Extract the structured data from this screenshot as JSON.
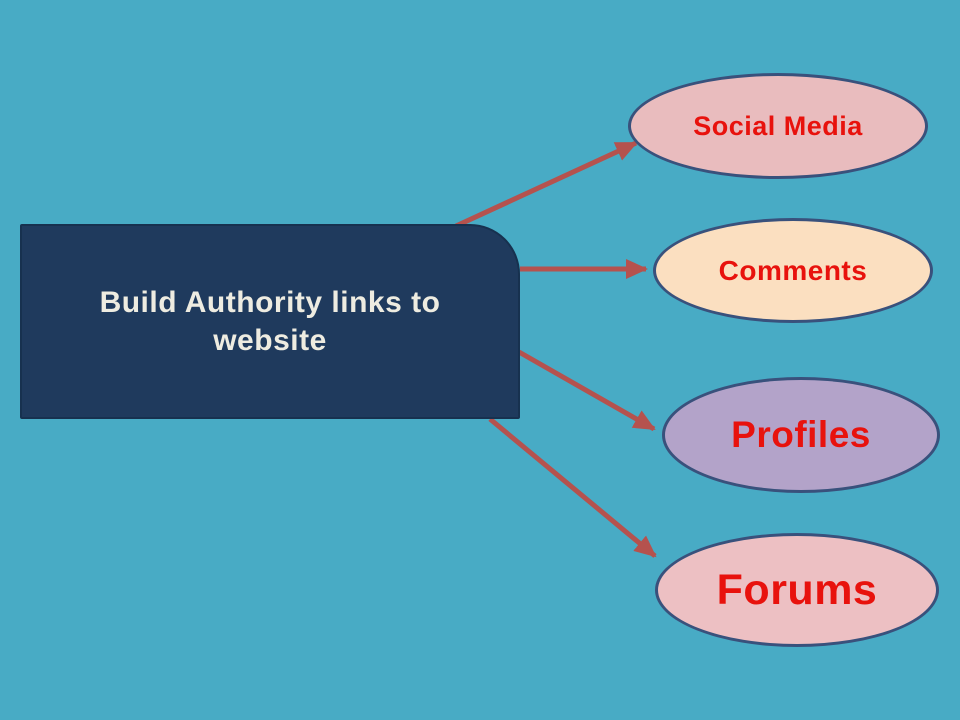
{
  "diagram": {
    "background_color": "#48abc5",
    "connector_color": "#b5524e",
    "root": {
      "label": "Build Authority links to website",
      "fill": "#1f3a5d",
      "border_color": "#17314f",
      "text_color": "#eeece1"
    },
    "nodes": [
      {
        "id": "social-media",
        "label": "Social Media",
        "fill": "#e9bcbe",
        "border_color": "#39517c",
        "text_color": "#e8120d"
      },
      {
        "id": "comments",
        "label": "Comments",
        "fill": "#fbdfc0",
        "border_color": "#39517c",
        "text_color": "#e8120d"
      },
      {
        "id": "profiles",
        "label": "Profiles",
        "fill": "#b3a3c9",
        "border_color": "#39517c",
        "text_color": "#e8120d"
      },
      {
        "id": "forums",
        "label": "Forums",
        "fill": "#edc0c3",
        "border_color": "#39517c",
        "text_color": "#e8120d"
      }
    ],
    "edges": [
      {
        "from": "root",
        "to": "social-media"
      },
      {
        "from": "root",
        "to": "comments"
      },
      {
        "from": "root",
        "to": "profiles"
      },
      {
        "from": "root",
        "to": "forums"
      }
    ]
  }
}
